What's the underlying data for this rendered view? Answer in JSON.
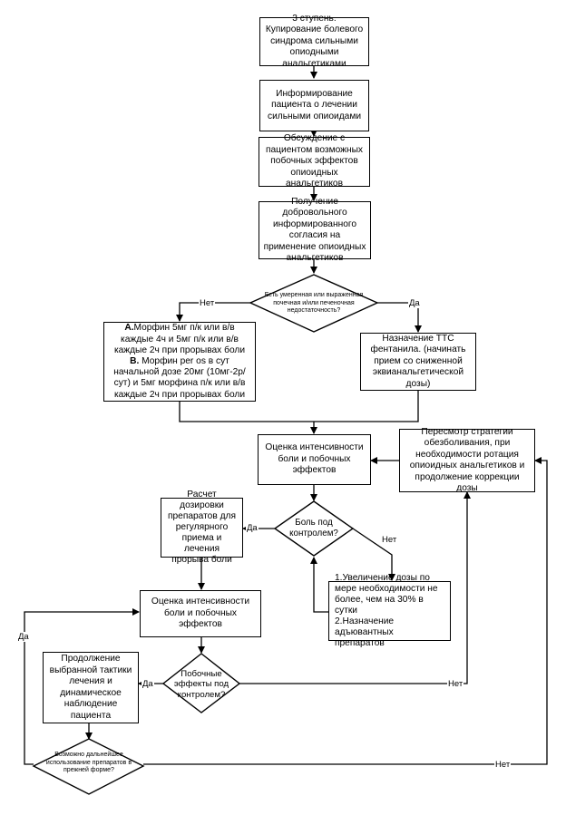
{
  "boxes": {
    "step3": "3 ступень. Купирование болевого синдрома сильными опиодными анальгетиками",
    "inform": "Информирование пациента о лечении сильными опиоидами",
    "discuss": "Обсуждение с пациентом возможных побочных эффектов опиоидных анальгетиков",
    "consent": "Получение добровольного информированного согласия на применение опиоидных анальгетиков",
    "morphine_a_label": "А.",
    "morphine_a_text": "Морфин 5мг п/к или в/в каждые 4ч и 5мг п/к или в/в каждые 2ч при прорывах боли",
    "morphine_b_label": "В.",
    "morphine_b_text": " Морфин per os в сут начальной дозе 20мг (10мг-2р/сут) и 5мг морфина п/к или в/в каждые 2ч при прорывах боли",
    "tts": "Назначение ТТС фентанила. (начинать прием со сниженной эквианальгетической дозы)",
    "assess1": "Оценка интенсивности боли и побочных эффектов",
    "review": "Пересмотр стратегии обезболивания, при необходимости ротация опиоидных анальгетиков и продолжение коррекции дозы",
    "calc": "Расчет дозировки препаратов для регулярного приема и лечения прорыва боли",
    "increase_1": "1.Увеличение дозы по мере необходимости не более, чем на 30% в сутки",
    "increase_2": "2.Назначение адъювантных препаратов",
    "assess2": "Оценка интенсивности боли и побочных эффектов",
    "continue": "Продолжение выбранной тактики лечения и динамическое наблюдение пациента"
  },
  "decisions": {
    "failure": "Есть умеренная или выраженная почечная и/или печеночная недостаточность?",
    "pain": "Боль под контролем?",
    "side": "Побочные эффекты под контролем?",
    "further": "Возможно дальнейшее использование препаратов в прежней форме?"
  },
  "labels": {
    "failure_no": "Нет",
    "failure_yes": "Да",
    "pain_yes": "Да",
    "pain_no": "Нет",
    "side_yes": "Да",
    "side_no": "Нет",
    "further_yes": "Да",
    "further_no": "Нет"
  }
}
